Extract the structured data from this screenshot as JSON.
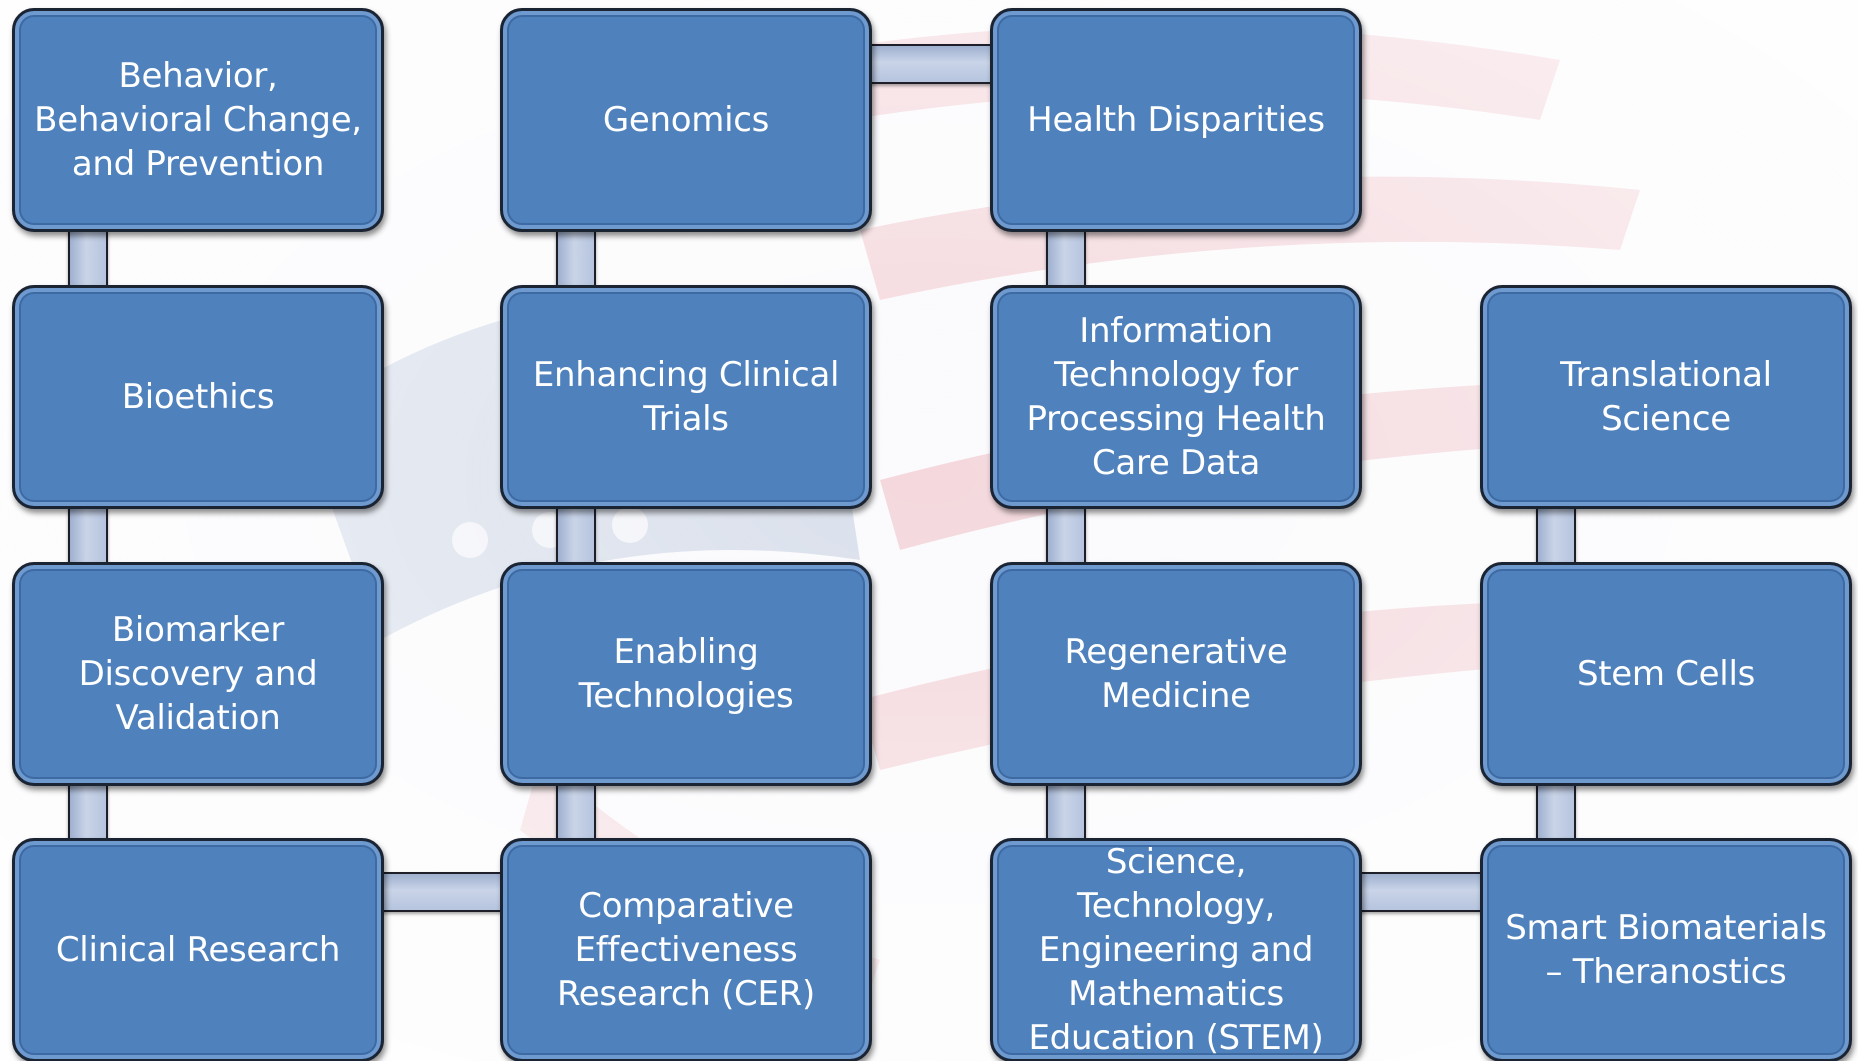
{
  "diagram": {
    "nodes": [
      {
        "id": "behavior",
        "label": "Behavior, Behavioral Change, and Prevention"
      },
      {
        "id": "genomics",
        "label": "Genomics"
      },
      {
        "id": "health-disparities",
        "label": "Health Disparities"
      },
      {
        "id": "bioethics",
        "label": "Bioethics"
      },
      {
        "id": "enhancing-clinical-trials",
        "label": "Enhancing Clinical Trials"
      },
      {
        "id": "information-technology",
        "label": "Information Technology for Processing Health Care Data"
      },
      {
        "id": "translational-science",
        "label": "Translational Science"
      },
      {
        "id": "biomarker",
        "label": "Biomarker Discovery and Validation"
      },
      {
        "id": "enabling-technologies",
        "label": "Enabling Technologies"
      },
      {
        "id": "regenerative-medicine",
        "label": "Regenerative Medicine"
      },
      {
        "id": "stem-cells",
        "label": "Stem Cells"
      },
      {
        "id": "clinical-research",
        "label": "Clinical Research"
      },
      {
        "id": "cer",
        "label": "Comparative Effectiveness Research (CER)"
      },
      {
        "id": "stem",
        "label": "Science, Technology, Engineering and Mathematics Education (STEM)"
      },
      {
        "id": "smart-biomaterials",
        "label": "Smart Biomaterials – Theranostics"
      }
    ],
    "connections": [
      [
        "behavior",
        "bioethics"
      ],
      [
        "bioethics",
        "biomarker"
      ],
      [
        "biomarker",
        "clinical-research"
      ],
      [
        "clinical-research",
        "cer"
      ],
      [
        "cer",
        "enabling-technologies"
      ],
      [
        "enabling-technologies",
        "enhancing-clinical-trials"
      ],
      [
        "enhancing-clinical-trials",
        "genomics"
      ],
      [
        "genomics",
        "health-disparities"
      ],
      [
        "health-disparities",
        "information-technology"
      ],
      [
        "information-technology",
        "regenerative-medicine"
      ],
      [
        "regenerative-medicine",
        "stem"
      ],
      [
        "stem",
        "smart-biomaterials"
      ],
      [
        "smart-biomaterials",
        "stem-cells"
      ],
      [
        "stem-cells",
        "translational-science"
      ]
    ],
    "colors": {
      "node_fill": "#4f81bd",
      "node_border": "#1b2433",
      "connector_fill": "#b6c4de",
      "text": "#ffffff"
    }
  }
}
